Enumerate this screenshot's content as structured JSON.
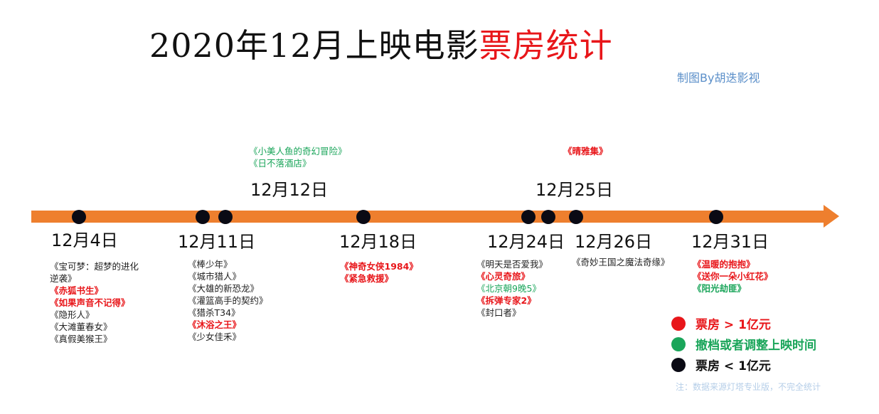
{
  "title": {
    "black_part": "2020年12月上映电影",
    "red_part": "票房统计"
  },
  "credit": "制图By胡迭影视",
  "colors": {
    "timeline": "#ee7f2e",
    "dot": "#0a0a14",
    "red": "#e8161a",
    "green": "#1aa55a",
    "black": "#111111",
    "credit": "#5b8fc9"
  },
  "timeline": {
    "dates": [
      {
        "label": "12月4日",
        "position": "below"
      },
      {
        "label": "12月11日",
        "position": "below"
      },
      {
        "label": "12月12日",
        "position": "above"
      },
      {
        "label": "12月18日",
        "position": "below"
      },
      {
        "label": "12月24日",
        "position": "below"
      },
      {
        "label": "12月25日",
        "position": "above"
      },
      {
        "label": "12月26日",
        "position": "below"
      },
      {
        "label": "12月31日",
        "position": "below"
      }
    ],
    "groups": {
      "dec4": [
        {
          "title": "《宝可梦：超梦的进化",
          "status": "black"
        },
        {
          "title": "逆袭》",
          "status": "black"
        },
        {
          "title": "《赤狐书生》",
          "status": "red"
        },
        {
          "title": "《如果声音不记得》",
          "status": "red"
        },
        {
          "title": "《隐形人》",
          "status": "black"
        },
        {
          "title": "《大滩董春女》",
          "status": "black"
        },
        {
          "title": "《真假美猴王》",
          "status": "black"
        }
      ],
      "dec11": [
        {
          "title": "《棒少年》",
          "status": "black"
        },
        {
          "title": "《城市猎人》",
          "status": "black"
        },
        {
          "title": "《大雄的新恐龙》",
          "status": "black"
        },
        {
          "title": "《灌篮高手的契约》",
          "status": "black"
        },
        {
          "title": "《猎杀T34》",
          "status": "black"
        },
        {
          "title": "《沐浴之王》",
          "status": "red"
        },
        {
          "title": "《少女佳禾》",
          "status": "black"
        }
      ],
      "dec12": [
        {
          "title": "《小美人鱼的奇幻冒险》",
          "status": "green"
        },
        {
          "title": "《日不落酒店》",
          "status": "green"
        }
      ],
      "dec18": [
        {
          "title": "《神奇女侠1984》",
          "status": "red"
        },
        {
          "title": "《紧急救援》",
          "status": "red"
        }
      ],
      "dec24": [
        {
          "title": "《明天是否爱我》",
          "status": "black"
        },
        {
          "title": "《心灵奇旅》",
          "status": "red"
        },
        {
          "title": "《北京朝9晚5》",
          "status": "green"
        },
        {
          "title": "《拆弹专家2》",
          "status": "red"
        },
        {
          "title": "《封口者》",
          "status": "black"
        }
      ],
      "dec25": [
        {
          "title": "《晴雅集》",
          "status": "red"
        }
      ],
      "dec26": [
        {
          "title": "《奇妙王国之魔法奇缘》",
          "status": "black"
        }
      ],
      "dec31": [
        {
          "title": "《温暖的抱抱》",
          "status": "red"
        },
        {
          "title": "《送你一朵小红花》",
          "status": "red"
        },
        {
          "title": "《阳光劫匪》",
          "status": "green"
        }
      ]
    }
  },
  "legend": [
    {
      "label": "票房 > 1亿元",
      "color": "#e8161a"
    },
    {
      "label": "撤档或者调整上映时间",
      "color": "#1aa55a"
    },
    {
      "label": "票房 < 1亿元",
      "color": "#111111"
    }
  ],
  "note": "注：数据来源灯塔专业版，不完全统计"
}
